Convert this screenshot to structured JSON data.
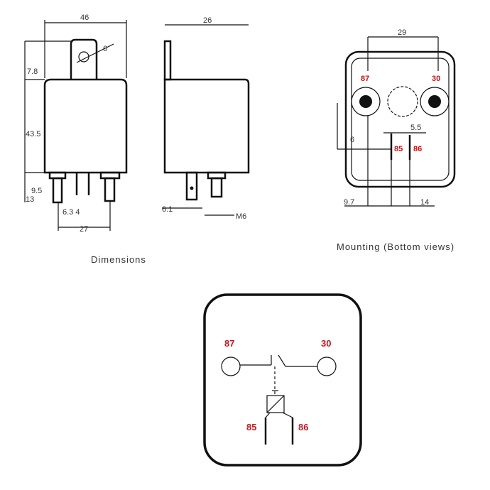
{
  "dimensions_view": {
    "caption": "Dimensions",
    "front": {
      "width": "46",
      "hole": "6",
      "tab_height": "7.8",
      "height": "43.5",
      "pin_a": "9.5",
      "pin_b": "13",
      "pin_spacing": "6.3 4",
      "pin_span": "27"
    },
    "side": {
      "width": "26",
      "tab_offset": "6.1",
      "thread": "M6"
    }
  },
  "mounting_view": {
    "caption": "Mounting (Bottom views)",
    "spacing": "29",
    "offset": "6",
    "pin_gap": "5.5",
    "bottom_left": "9.7",
    "bottom_right": "14",
    "terminals": [
      "87",
      "30",
      "85",
      "86"
    ]
  },
  "schematic": {
    "terminals": {
      "t87": "87",
      "t30": "30",
      "t85": "85",
      "t86": "86"
    },
    "label_color": "#c8161d"
  }
}
